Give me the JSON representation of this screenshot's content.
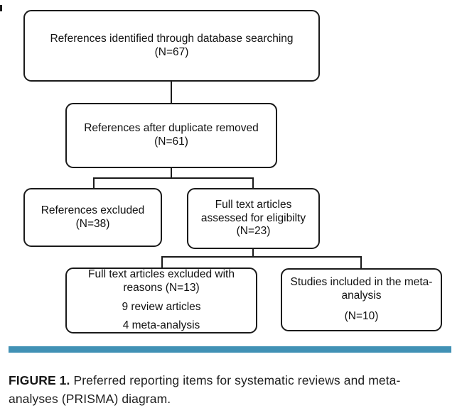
{
  "figure": {
    "boxes": {
      "identified": {
        "lines": [
          "References identified through database searching",
          "(N=67)"
        ]
      },
      "deduplicated": {
        "lines": [
          "References after duplicate removed",
          "(N=61)"
        ]
      },
      "excluded": {
        "lines": [
          "References excluded",
          "(N=38)"
        ]
      },
      "assessed": {
        "lines": [
          "Full text articles",
          "assessed for eligibilty",
          "(N=23)"
        ]
      },
      "fulltext_excluded": {
        "lines": [
          "Full text articles excluded with",
          "reasons (N=13)",
          "9 review articles",
          "4 meta-analysis"
        ]
      },
      "included": {
        "lines": [
          "Studies included in the meta-",
          "analysis",
          "(N=10)"
        ]
      }
    },
    "colors": {
      "divider": "#4191b5",
      "line": "#1a1a1a"
    },
    "caption": {
      "label": "FIGURE 1.",
      "line1": "Preferred reporting items for systematic reviews and meta-",
      "line2": "analyses (PRISMA) diagram."
    }
  }
}
